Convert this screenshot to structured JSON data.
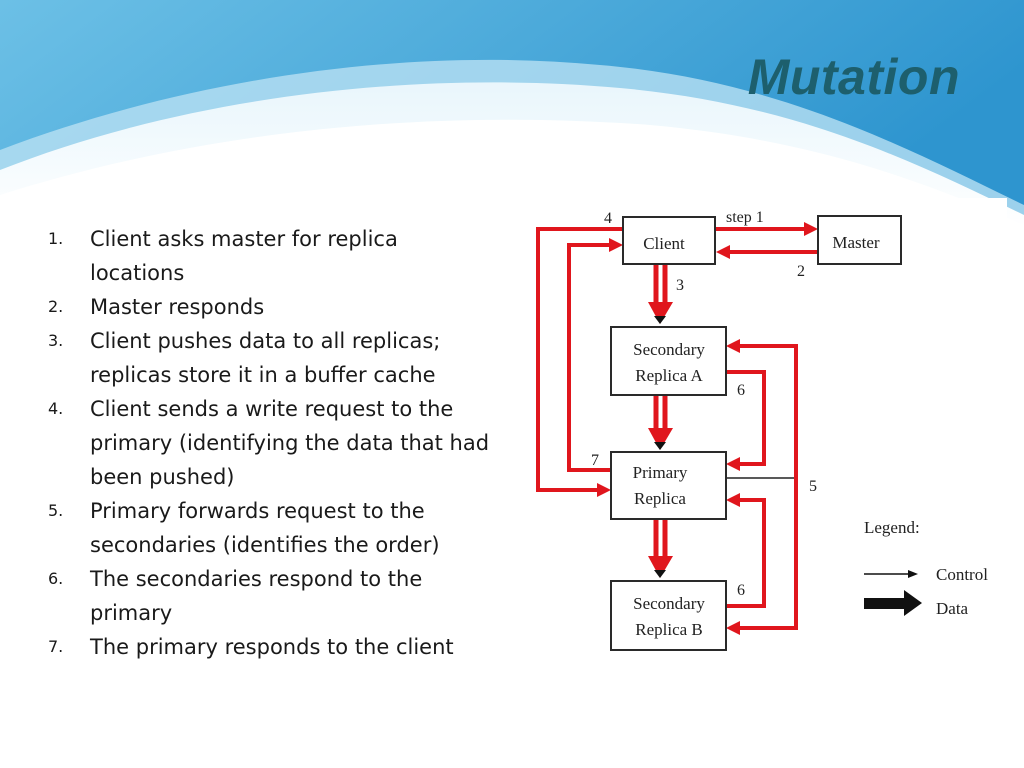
{
  "slide": {
    "title": "Mutation",
    "steps": [
      {
        "num": "1.",
        "text": "Client asks master for replica locations"
      },
      {
        "num": "2.",
        "text": "Master responds"
      },
      {
        "num": "3.",
        "text": "Client pushes data to all replicas; replicas store it in a buffer cache"
      },
      {
        "num": "4.",
        "text": "Client sends a write request to the primary (identifying the data that had been pushed)"
      },
      {
        "num": "5.",
        "text": "Primary forwards request to the secondaries (identifies the order)"
      },
      {
        "num": "6.",
        "text": "The secondaries respond to the primary"
      },
      {
        "num": "7.",
        "text": "The primary responds to the client"
      }
    ]
  },
  "diagram": {
    "nodes": {
      "client": "Client",
      "master": "Master",
      "secondary_a": [
        "Secondary",
        "Replica A"
      ],
      "primary": [
        "Primary",
        "Replica"
      ],
      "secondary_b": [
        "Secondary",
        "Replica B"
      ]
    },
    "labels": {
      "step1": "step 1",
      "n2": "2",
      "n3": "3",
      "n4": "4",
      "n5": "5",
      "n6a": "6",
      "n6b": "6",
      "n7": "7"
    },
    "legend": {
      "title": "Legend:",
      "control": "Control",
      "data": "Data"
    }
  },
  "colors": {
    "title": "#1d5f6d",
    "control_arrow": "#e0161d",
    "data_arrow": "#e0161d",
    "background_wave": "#5fb4dd"
  }
}
